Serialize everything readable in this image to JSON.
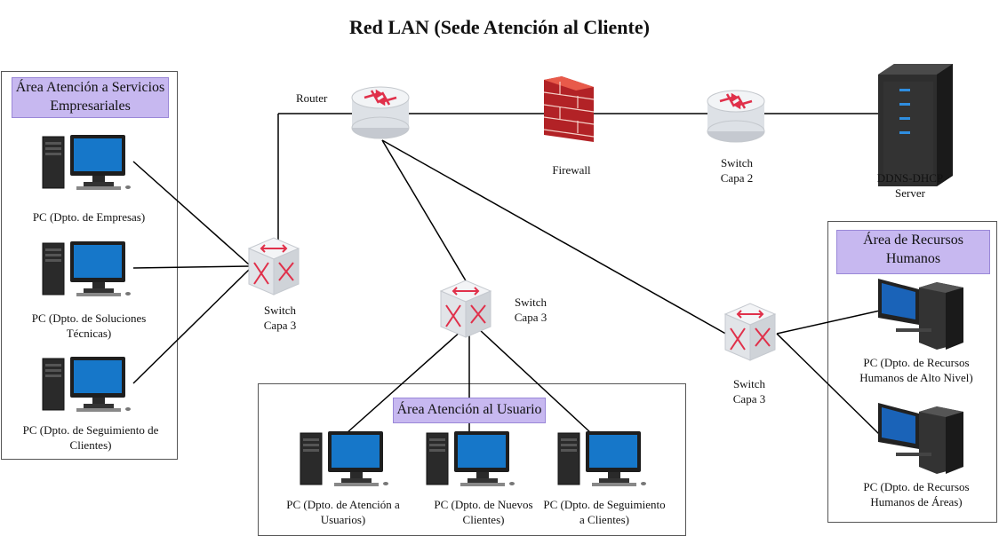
{
  "title": "Red LAN (Sede Atención al Cliente)",
  "areas": {
    "empresariales": "Área Atención a Servicios Empresariales",
    "usuario": "Área Atención al Usuario",
    "rrhh": "Área de Recursos Humanos"
  },
  "devices": {
    "router": "Router",
    "firewall": "Firewall",
    "switch_capa2": "Switch Capa 2",
    "server": "DDNS-DHCP Server",
    "switch_left": "Switch Capa 3",
    "switch_center": "Switch Capa 3",
    "switch_right": "Switch Capa 3"
  },
  "pcs": {
    "empresas": "PC (Dpto. de Empresas)",
    "soluciones": "PC (Dpto. de Soluciones Técnicas)",
    "seguimiento_clientes": "PC (Dpto. de Seguimiento de Clientes)",
    "atencion_usuarios": "PC (Dpto. de Atención a Usuarios)",
    "nuevos_clientes": "PC (Dpto. de Nuevos Clientes)",
    "seguimiento_a_clientes": "PC (Dpto. de Seguimiento a Clientes)",
    "rrhh_alto_nivel": "PC (Dpto. de Recursos Humanos de Alto Nivel)",
    "rrhh_areas": "PC (Dpto. de Recursos Humanos de Áreas)"
  },
  "colors": {
    "area_label_bg": "#c7b8f0",
    "monitor_screen": "#1677c9",
    "firewall_brick": "#c8282c",
    "switch_arrow": "#e0304a"
  }
}
